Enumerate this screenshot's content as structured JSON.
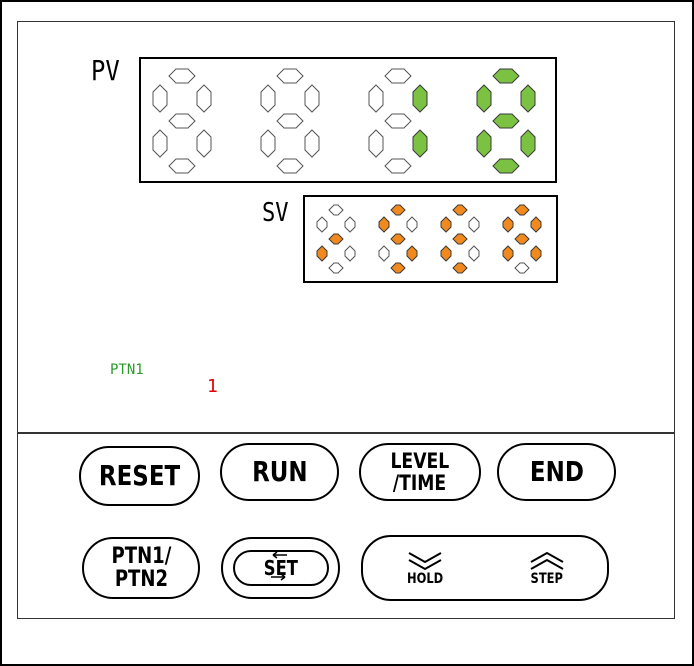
{
  "display": {
    "pv_label": "PV",
    "sv_label": "SV",
    "pv_digits": [
      {
        "on": [],
        "color": "#7cc242"
      },
      {
        "on": [],
        "color": "#7cc242"
      },
      {
        "on": [
          "b",
          "c"
        ],
        "color": "#7cc242"
      },
      {
        "on": [
          "a",
          "b",
          "c",
          "d",
          "e",
          "f",
          "g"
        ],
        "color": "#7cc242"
      }
    ],
    "sv_digits": [
      {
        "char": "r",
        "on": [
          "e",
          "g"
        ],
        "color": "#f08a1e"
      },
      {
        "char": "S",
        "on": [
          "a",
          "f",
          "g",
          "c",
          "d"
        ],
        "color": "#f08a1e"
      },
      {
        "char": "E",
        "on": [
          "a",
          "f",
          "g",
          "e",
          "d"
        ],
        "color": "#f08a1e"
      },
      {
        "char": "A",
        "on": [
          "a",
          "b",
          "c",
          "e",
          "f",
          "g"
        ],
        "color": "#f08a1e"
      }
    ],
    "ptn_indicator": "PTN1",
    "number_indicator": "1",
    "colors": {
      "pv": "#7cc242",
      "sv": "#f08a1e",
      "ptn": "#2a9a2a",
      "number": "#e00000"
    }
  },
  "buttons": {
    "reset": "RESET",
    "run": "RUN",
    "level_line1": "LEVEL",
    "level_line2": "/TIME",
    "end": "END",
    "ptn_line1": "PTN1/",
    "ptn_line2": "PTN2",
    "set": "SET",
    "hold": "HOLD",
    "step": "STEP"
  }
}
